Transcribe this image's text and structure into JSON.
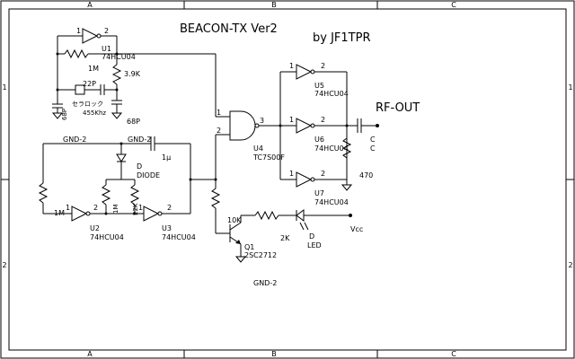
{
  "title": "BEACON-TX Ver2",
  "author": "by JF1TPR",
  "output_label": "RF-OUT",
  "border": {
    "columns": [
      "A",
      "B",
      "C"
    ],
    "rows": [
      "1",
      "2"
    ]
  },
  "components": {
    "u1": {
      "ref": "U1",
      "part": "74HCU04",
      "pin_in": "1",
      "pin_out": "2"
    },
    "r_1m_top": {
      "value": "1M"
    },
    "r_3k9": {
      "value": "3.9K"
    },
    "c_22p": {
      "value": "22P"
    },
    "xtal": {
      "name": "セラロック",
      "freq": "455Khz"
    },
    "c_68p_left": {
      "value": "68P"
    },
    "c_68p_right": {
      "value": "68P"
    },
    "u4": {
      "ref": "U4",
      "part": "TC7S00F",
      "pin_a": "1",
      "pin_b": "2",
      "pin_out": "3"
    },
    "u5": {
      "ref": "U5",
      "part": "74HCU04",
      "pin_in": "1",
      "pin_out": "2"
    },
    "u6": {
      "ref": "U6",
      "part": "74HCU04",
      "pin_in": "1",
      "pin_out": "2"
    },
    "u7": {
      "ref": "U7",
      "part": "74HCU04",
      "pin_in": "1",
      "pin_out": "2"
    },
    "c_out": {
      "ref": "C",
      "value": "C"
    },
    "r_470": {
      "value": "470"
    },
    "gnd_left": {
      "label": "GND-2"
    },
    "gnd_mid": {
      "label": "GND-2"
    },
    "c_1u": {
      "value": "1μ"
    },
    "diode": {
      "ref": "D",
      "part": "DIODE"
    },
    "r_1m_a": {
      "value": "1M"
    },
    "r_1m_b": {
      "value": "1M"
    },
    "r_22k": {
      "value": "22K"
    },
    "u2": {
      "ref": "U2",
      "part": "74HCU04",
      "pin_in": "1",
      "pin_out": "2"
    },
    "u3": {
      "ref": "U3",
      "part": "74HCU04",
      "pin_in": "1",
      "pin_out": "2"
    },
    "r_10k": {
      "value": "10K"
    },
    "r_2k": {
      "value": "2K"
    },
    "led": {
      "ref": "D",
      "part": "LED"
    },
    "vcc": {
      "label": "Vcc"
    },
    "q1": {
      "ref": "Q1",
      "part": "2SC2712"
    },
    "gnd_bottom": {
      "label": "GND-2"
    }
  }
}
